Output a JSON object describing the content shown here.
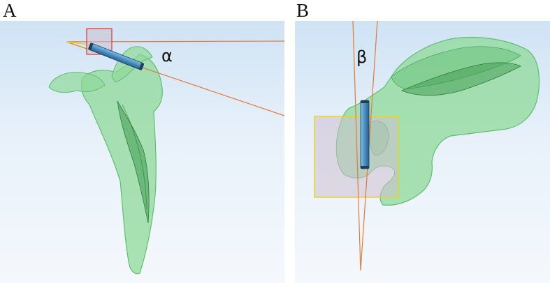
{
  "panels": [
    {
      "letter": "A",
      "angle_symbol": "α"
    },
    {
      "letter": "B",
      "angle_symbol": "β"
    }
  ],
  "colors": {
    "bone_fill": "#8fd99a",
    "bone_edge": "#4fb462",
    "glenoid_line": "#e07a3a",
    "box_red": "#e0352b",
    "box_yellow": "#e8d520",
    "box_fill": "#cdbfcf",
    "screw": "#4a8fc4",
    "background": "#dce9f6"
  }
}
